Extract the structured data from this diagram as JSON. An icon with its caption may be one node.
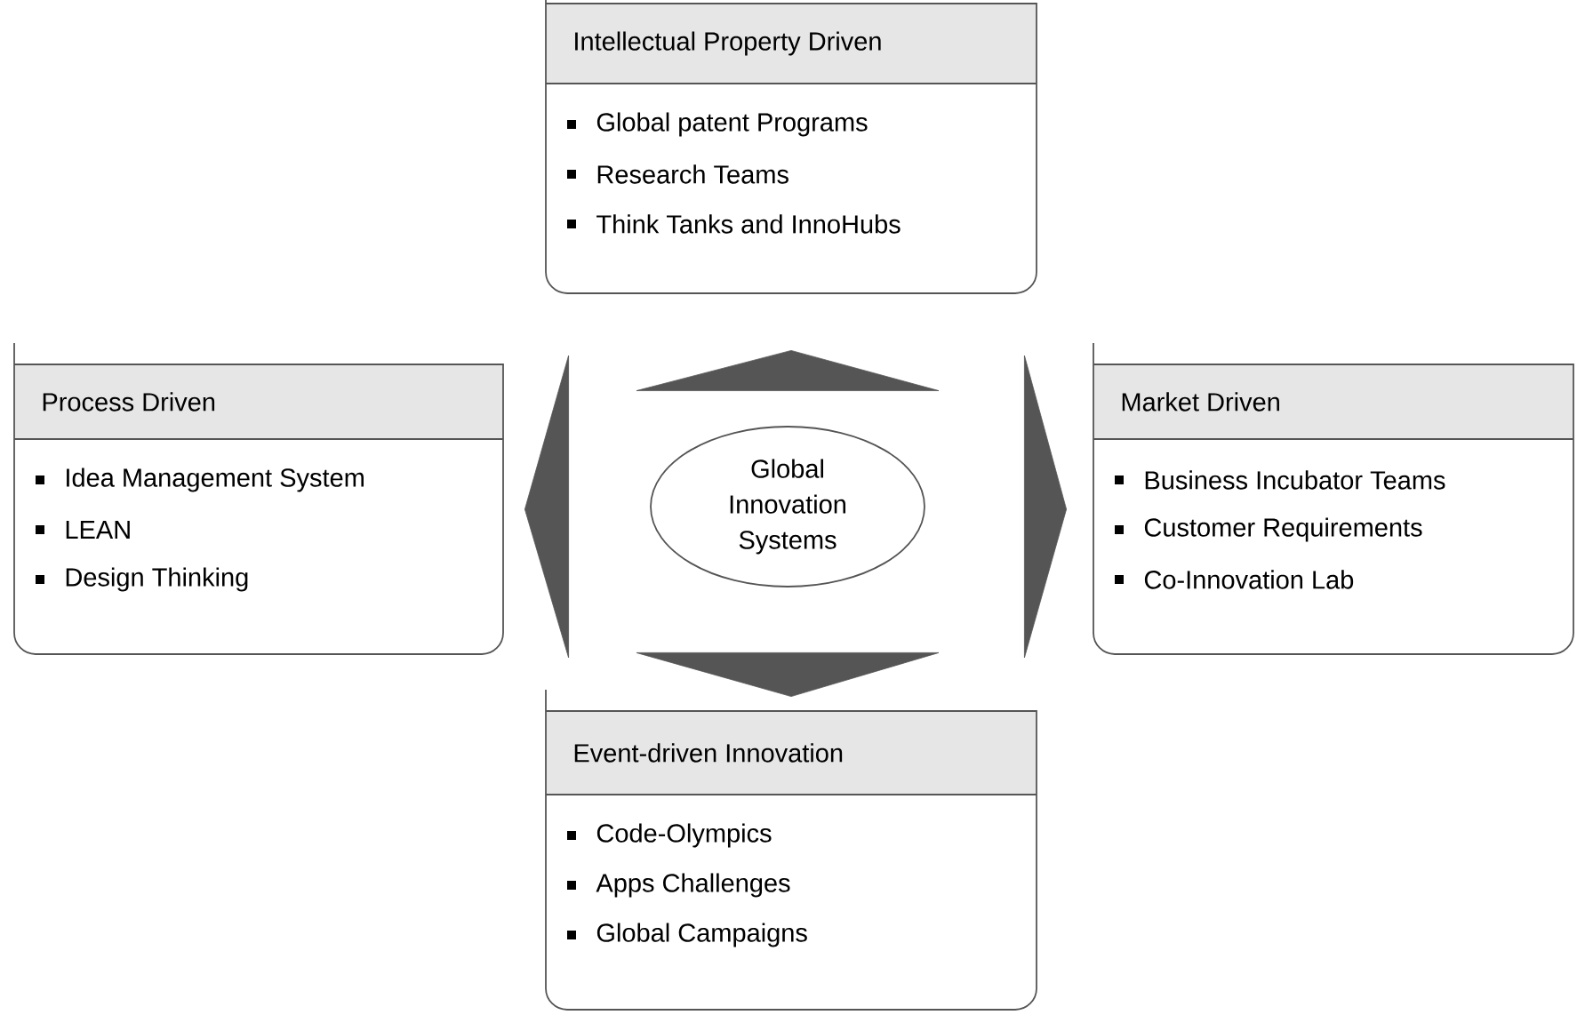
{
  "diagram": {
    "nodes": [
      {
        "text": [
          "Intellectual Property Driven",
          "Global patent Programs",
          "Research Teams",
          "Think Tanks and InnoHubs"
        ]
      },
      {
        "text": [
          "Process Driven",
          "Idea Management System",
          "LEAN",
          "Design Thinking"
        ]
      },
      {
        "text": [
          "Global Innovation Systems"
        ]
      },
      {
        "text": [
          "Market Driven",
          "Business Incubator Teams",
          "Customer Requirements",
          "Co-Innovation Lab"
        ]
      },
      {
        "text": [
          "Event-driven Innovation",
          "Code-Olympics",
          "Apps Challenges",
          "Global Campaigns"
        ]
      }
    ],
    "edges": [
      {
        "from": 2,
        "to": 0,
        "arrow": "to"
      },
      {
        "from": 2,
        "to": 1,
        "arrow": "to"
      },
      {
        "from": 2,
        "to": 3,
        "arrow": "to"
      },
      {
        "from": 2,
        "to": 4,
        "arrow": "to"
      }
    ]
  }
}
